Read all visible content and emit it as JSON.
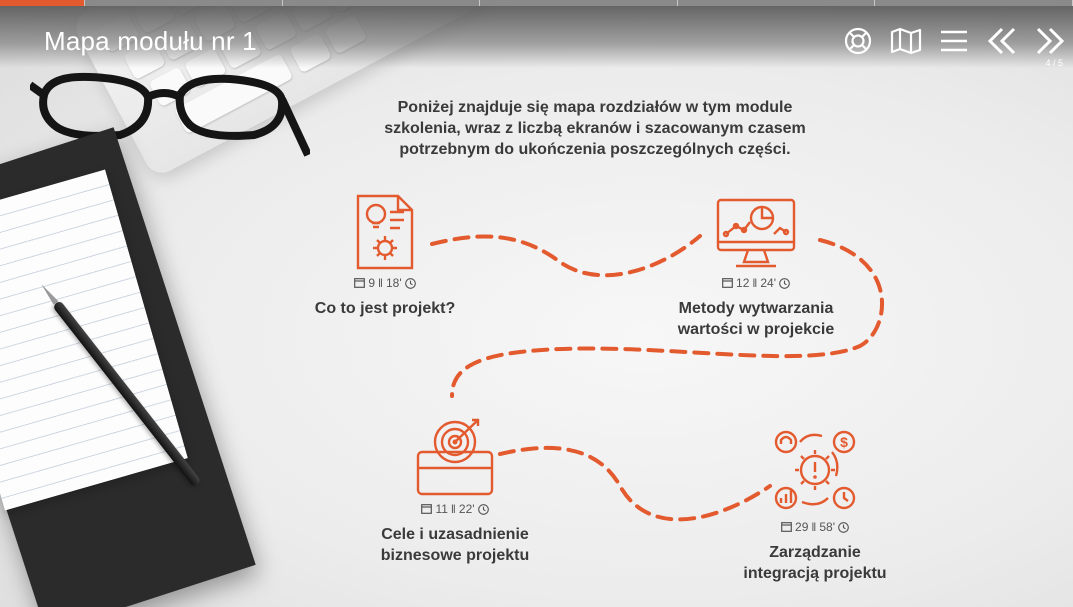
{
  "header": {
    "title": "Mapa modułu nr 1",
    "page_indicator": "4 / 5"
  },
  "intro": "Poniżej znajduje się mapa rozdziałów w tym module szkolenia, wraz z liczbą ekranów i szacowanym czasem potrzebnym do ukończenia poszczególnych części.",
  "accent_color": "#e35a2f",
  "chapters": [
    {
      "name": "Co to jest projekt?",
      "screens": "9",
      "time": "18'",
      "icon": "idea-document-icon"
    },
    {
      "name": "Metody wytwarzania wartości w projekcie",
      "screens": "12",
      "time": "24'",
      "icon": "monitor-analytics-icon"
    },
    {
      "name": "Cele i uzasadnienie biznesowe projektu",
      "screens": "11",
      "time": "22'",
      "icon": "briefcase-target-icon"
    },
    {
      "name": "Zarządzanie integracją projektu",
      "screens": "29",
      "time": "58'",
      "icon": "integration-gear-icon"
    }
  ],
  "meta_separator": "‖"
}
